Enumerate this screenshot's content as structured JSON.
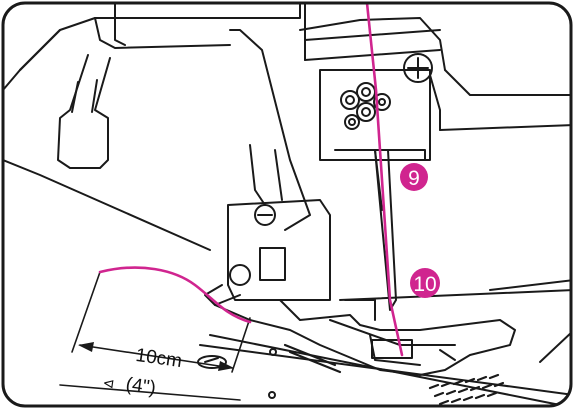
{
  "measurement": {
    "length_label": "10cm",
    "inch_label": "(4\")",
    "arrow_symbol": "⊲"
  },
  "steps": {
    "nine": "9",
    "ten": "10"
  },
  "colors": {
    "thread": "#d0258f",
    "step_badge": "#d0258f",
    "line": "#1a1a1a",
    "background": "#ffffff"
  }
}
